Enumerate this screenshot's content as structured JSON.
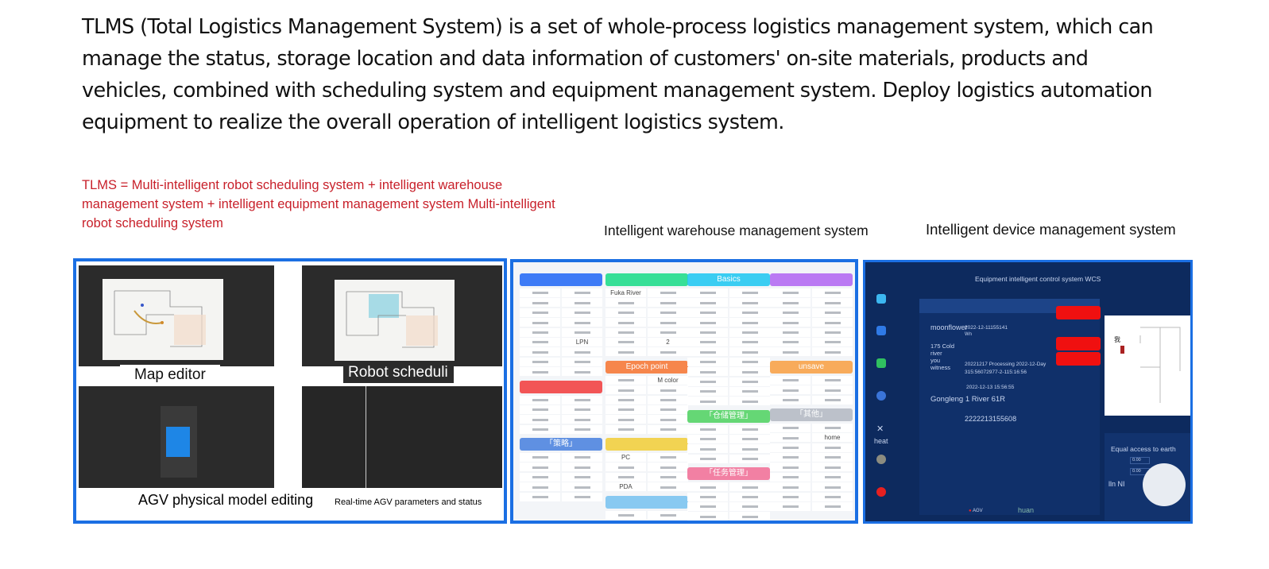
{
  "intro_lines": [
    "TLMS (Total Logistics Management System) is a set of whole-process logistics management system, which can",
    "manage the status, storage location and data information of customers' on-site materials, products and",
    "vehicles, combined with scheduling system and equipment management system. Deploy logistics automation",
    " equipment to realize the overall operation of intelligent logistics system."
  ],
  "formula_lines": [
    "TLMS = Multi-intelligent robot scheduling system + intelligent warehouse",
    "management system + intelligent equipment management system Multi-intelligent",
    "robot scheduling system"
  ],
  "captions": {
    "warehouse": "Intelligent warehouse management system",
    "device": "Intelligent device management system"
  },
  "robot_panel": {
    "map_editor": "Map editor",
    "robot_scheduling": "Robot scheduli",
    "agv_model": "AGV physical model editing",
    "agv_params": "Real-time AGV parameters and status"
  },
  "colors": {
    "frame": "#1b6fe3",
    "accent_red": "#c8202a"
  },
  "warehouse": {
    "columns": [
      {
        "sections": [
          {
            "title": "",
            "color": "#2a6ef5",
            "rows": 9,
            "cells": {
              "11": "LPN"
            }
          },
          {
            "title": "",
            "color": "#f24444",
            "rows": 4,
            "cells": {}
          },
          {
            "title": "「策略」",
            "color": "#4f86e0",
            "rows": 5,
            "cells": {}
          }
        ]
      },
      {
        "sections": [
          {
            "title": "",
            "color": "#22dd8c",
            "rows": 7,
            "cells": {
              "0": "Fuka River",
              "11": "2"
            }
          },
          {
            "title": "Epoch point",
            "color": "#f77b3a",
            "rows": 6,
            "cells": {
              "1": "M color"
            }
          },
          {
            "title": "",
            "color": "#f2cf3f",
            "rows": 4,
            "cells": {
              "0": "PC",
              "6": "PDA"
            }
          },
          {
            "title": "",
            "color": "#7cc4ef",
            "rows": 2,
            "cells": {}
          }
        ]
      },
      {
        "sections": [
          {
            "title": "Basics",
            "color": "#26c9f2",
            "rows": 12,
            "cells": {}
          },
          {
            "title": "「仓储管理」",
            "color": "#56d467",
            "rows": 4,
            "cells": {}
          },
          {
            "title": "「任务管理」",
            "color": "#f2749a",
            "rows": 4,
            "cells": {}
          }
        ]
      },
      {
        "sections": [
          {
            "title": "",
            "color": "#b46cf2",
            "rows": 7,
            "cells": {}
          },
          {
            "title": "unsave",
            "color": "#f9a34b",
            "rows": 3,
            "cells": {}
          },
          {
            "title": "「其他」",
            "color": "#b7bcc6",
            "rows": 9,
            "cells": {
              "3": "home"
            }
          }
        ]
      }
    ]
  },
  "wcs": {
    "title": "Equipment intelligent control system WCS",
    "sidebar_label": "heat",
    "rows": [
      {
        "name": "moonflower",
        "time": "2022-12-11155141",
        "sub": "Wn"
      },
      {
        "name": "175 Cold",
        "line2": "river",
        "line3": "you",
        "line4": "witness",
        "time": "20221217 Processing 2022-12-Day",
        "sub": "315:56072977-2-115:16:56"
      },
      {
        "time": "2022-12-13 15:56:55"
      },
      {
        "name": "Gongleng 1 River 61R"
      },
      {
        "time": "2222213155608"
      }
    ],
    "map_marker": "我",
    "control_title": "Equal access to earth",
    "speed_1": "0.00",
    "speed_2": "0.00",
    "mode": "lln NI",
    "status_agv": "AGV",
    "status_user": "huan"
  }
}
